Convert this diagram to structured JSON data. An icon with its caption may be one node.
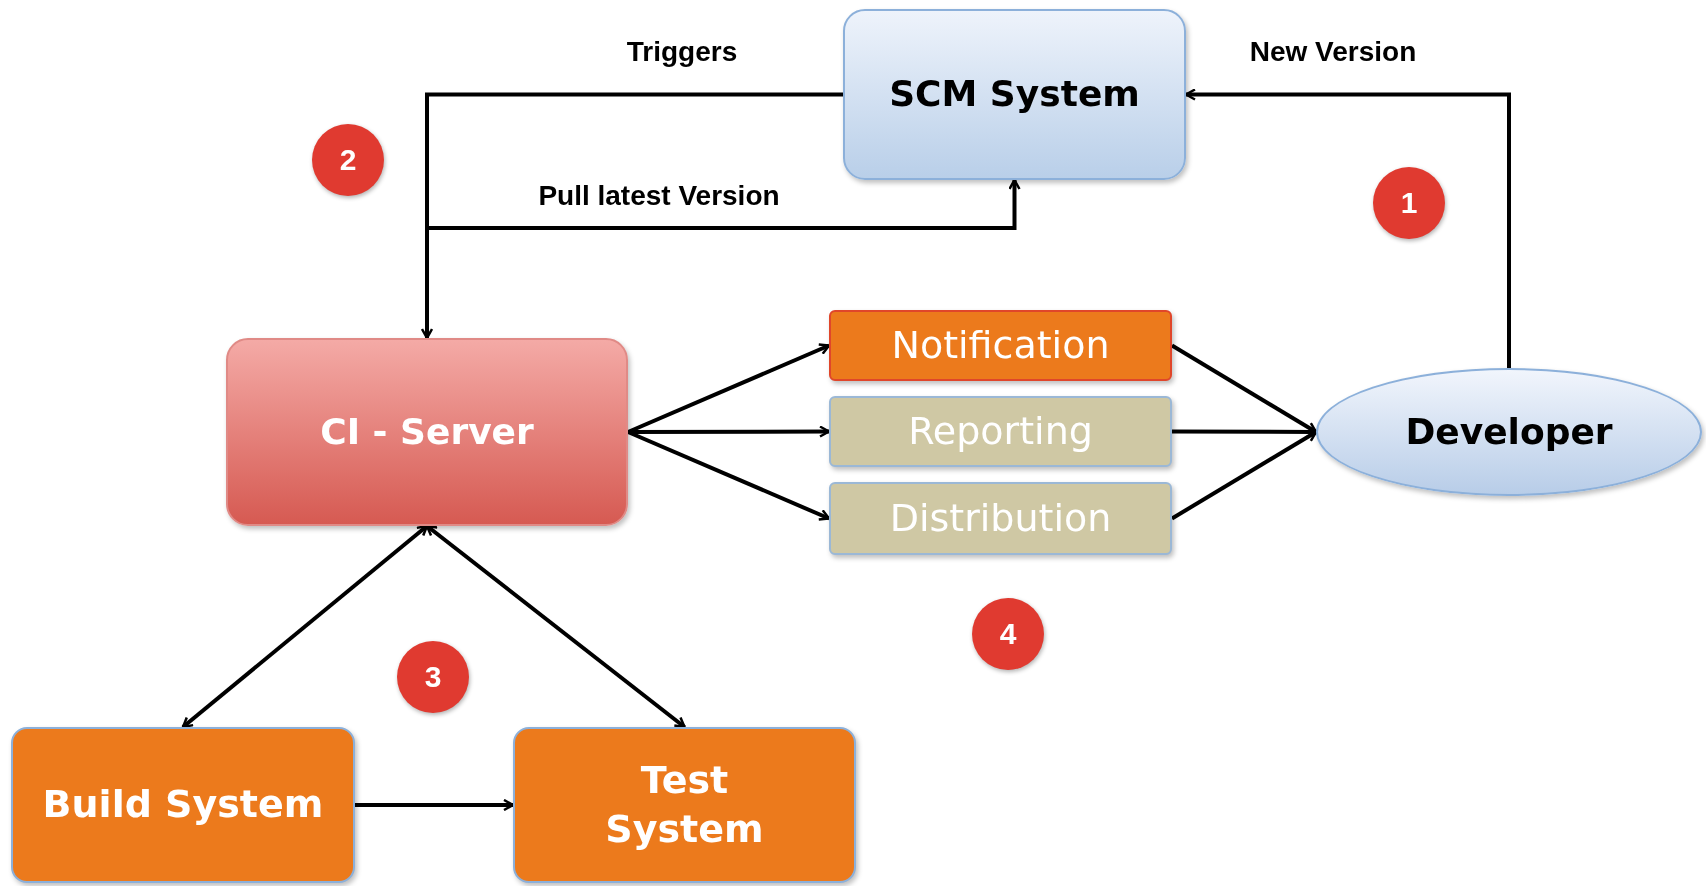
{
  "diagram": {
    "nodes": [
      {
        "text": [
          "SCM System"
        ]
      },
      {
        "text": [
          "CI - Server"
        ]
      },
      {
        "text": [
          "Notification"
        ]
      },
      {
        "text": [
          "Reporting"
        ]
      },
      {
        "text": [
          "Distribution"
        ]
      },
      {
        "text": [
          "Developer"
        ]
      },
      {
        "text": [
          "Build System"
        ]
      },
      {
        "text": [
          "Test System"
        ]
      }
    ],
    "edges": [
      {
        "from": 5,
        "to": 0,
        "arrow": "to",
        "label": "New Version"
      },
      {
        "from": 0,
        "to": 1,
        "arrow": "to",
        "label": "Triggers"
      },
      {
        "from": 1,
        "to": 0,
        "arrow": "to",
        "label": "Pull latest Version"
      },
      {
        "from": 1,
        "to": 2,
        "arrow": "to"
      },
      {
        "from": 1,
        "to": 3,
        "arrow": "to"
      },
      {
        "from": 1,
        "to": 4,
        "arrow": "to"
      },
      {
        "from": 2,
        "to": 5,
        "arrow": "to"
      },
      {
        "from": 3,
        "to": 5,
        "arrow": "to"
      },
      {
        "from": 4,
        "to": 5,
        "arrow": "to"
      },
      {
        "from": 1,
        "to": 6,
        "arrow": "both"
      },
      {
        "from": 1,
        "to": 7,
        "arrow": "both"
      },
      {
        "from": 6,
        "to": 7,
        "arrow": "to"
      }
    ],
    "labels": [
      "2",
      "1",
      "4",
      "3"
    ]
  }
}
